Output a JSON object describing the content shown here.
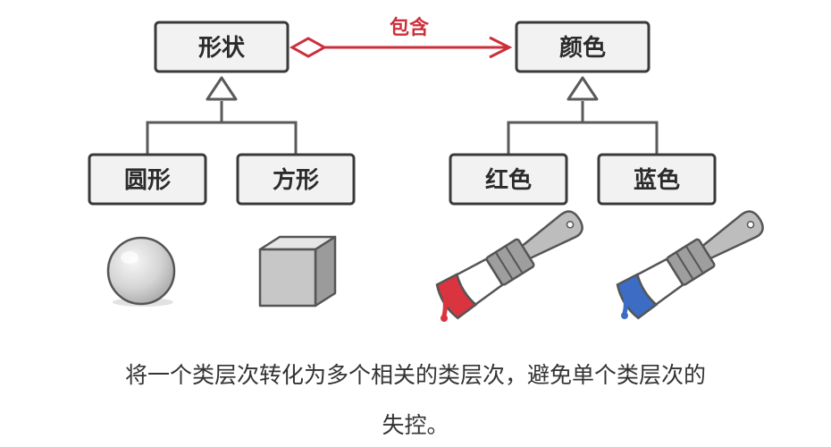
{
  "diagram": {
    "boxes": {
      "shape": "形状",
      "color": "颜色",
      "circle": "圆形",
      "square": "方形",
      "red": "红色",
      "blue": "蓝色"
    },
    "association_label": "包含",
    "relations": [
      {
        "type": "inheritance",
        "parent": "形状",
        "children": [
          "圆形",
          "方形"
        ]
      },
      {
        "type": "inheritance",
        "parent": "颜色",
        "children": [
          "红色",
          "蓝色"
        ]
      },
      {
        "type": "aggregation",
        "from": "形状",
        "to": "颜色",
        "label": "包含"
      }
    ],
    "illustrations": [
      "sphere",
      "cube",
      "red-paint-brush",
      "blue-paint-brush"
    ]
  },
  "colors": {
    "accent_red": "#cc2f3b",
    "paint_red": "#d9343f",
    "paint_blue": "#3c6cc4",
    "box_fill": "#f2f2f2",
    "box_stroke": "#3a3a3a"
  },
  "caption": {
    "line1": "将一个类层次转化为多个相关的类层次，避免单个类层次的",
    "line2": "失控。"
  }
}
